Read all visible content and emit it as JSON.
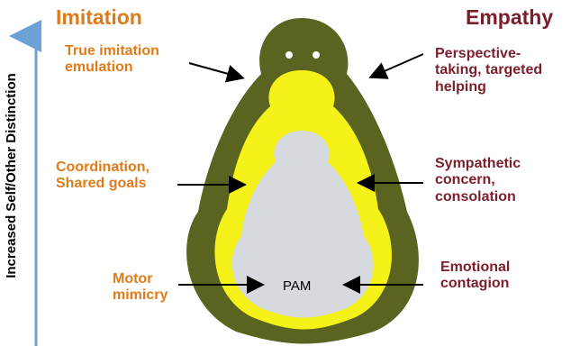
{
  "imitation": {
    "title": "Imitation",
    "levels": [
      "True imitation\nemulation",
      "Coordination,\nShared goals",
      "Motor\nmimicry"
    ]
  },
  "empathy": {
    "title": "Empathy",
    "levels": [
      "Perspective-\ntaking, targeted\nhelping",
      "Sympathetic\nconcern,\nconsolation",
      "Emotional\ncontagion"
    ]
  },
  "core_label": "PAM",
  "axis": {
    "label": "Increased Self/Other Distinction"
  },
  "colors": {
    "outer_layer": "#5a6420",
    "middle_layer": "#f5f21a",
    "inner_layer": "#d6dade",
    "imitation_text": "#e07b1a",
    "empathy_text": "#7a1f2b",
    "axis_arrow": "#6ea0d8"
  }
}
